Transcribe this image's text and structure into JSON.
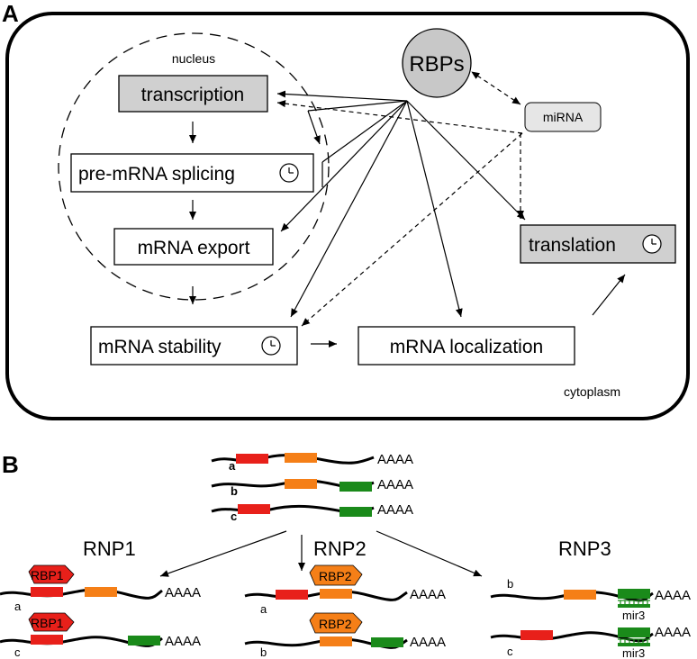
{
  "panel_a": {
    "label": "A",
    "nucleus": "nucleus",
    "cytoplasm": "cytoplasm",
    "rbps": "RBPs",
    "mirna": "miRNA",
    "transcription": "transcription",
    "splicing": "pre-mRNA splicing",
    "export": "mRNA export",
    "stability": "mRNA stability",
    "localization": "mRNA localization",
    "translation": "translation"
  },
  "panel_b": {
    "label": "B",
    "poly_a": "AAAA",
    "transcripts": [
      {
        "id": "a"
      },
      {
        "id": "b"
      },
      {
        "id": "c"
      }
    ],
    "rnp1": {
      "title": "RNP1",
      "protein": "RBP1",
      "rows": [
        "a",
        "c"
      ]
    },
    "rnp2": {
      "title": "RNP2",
      "protein": "RBP2",
      "rows": [
        "a",
        "b"
      ]
    },
    "rnp3": {
      "title": "RNP3",
      "mirna": "mir3",
      "rows": [
        "b",
        "c"
      ]
    }
  },
  "colors": {
    "red": "#e8201a",
    "orange": "#f57f17",
    "green": "#1a8a1a",
    "box_gray": "#d0d0d0",
    "rbp_circle": "#c8c8c8",
    "mirna_box": "#e6e6e6"
  }
}
